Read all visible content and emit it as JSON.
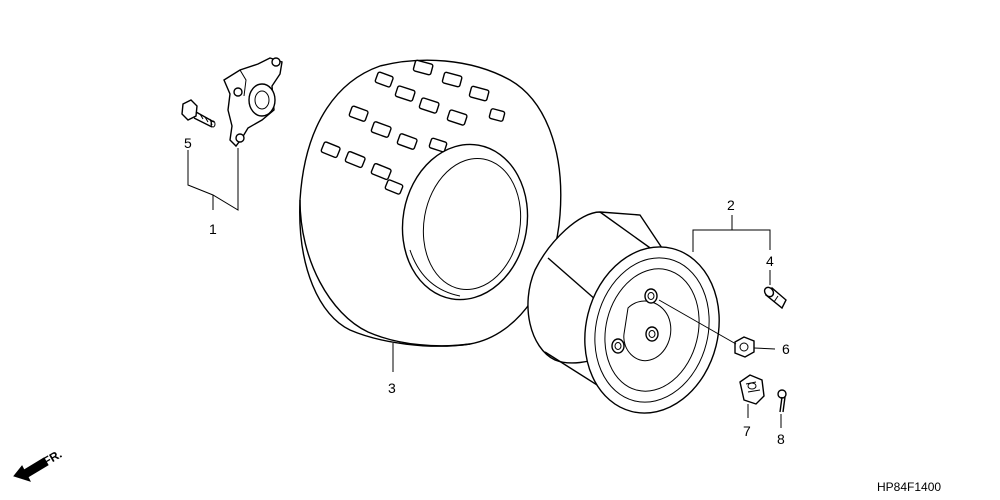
{
  "diagram": {
    "drawing_code": "HP84F1400",
    "front_marker": "FR.",
    "callouts": [
      {
        "id": "1",
        "label": "1"
      },
      {
        "id": "2",
        "label": "2"
      },
      {
        "id": "3",
        "label": "3"
      },
      {
        "id": "4",
        "label": "4"
      },
      {
        "id": "5",
        "label": "5"
      },
      {
        "id": "6",
        "label": "6"
      },
      {
        "id": "7",
        "label": "7"
      },
      {
        "id": "8",
        "label": "8"
      }
    ]
  }
}
